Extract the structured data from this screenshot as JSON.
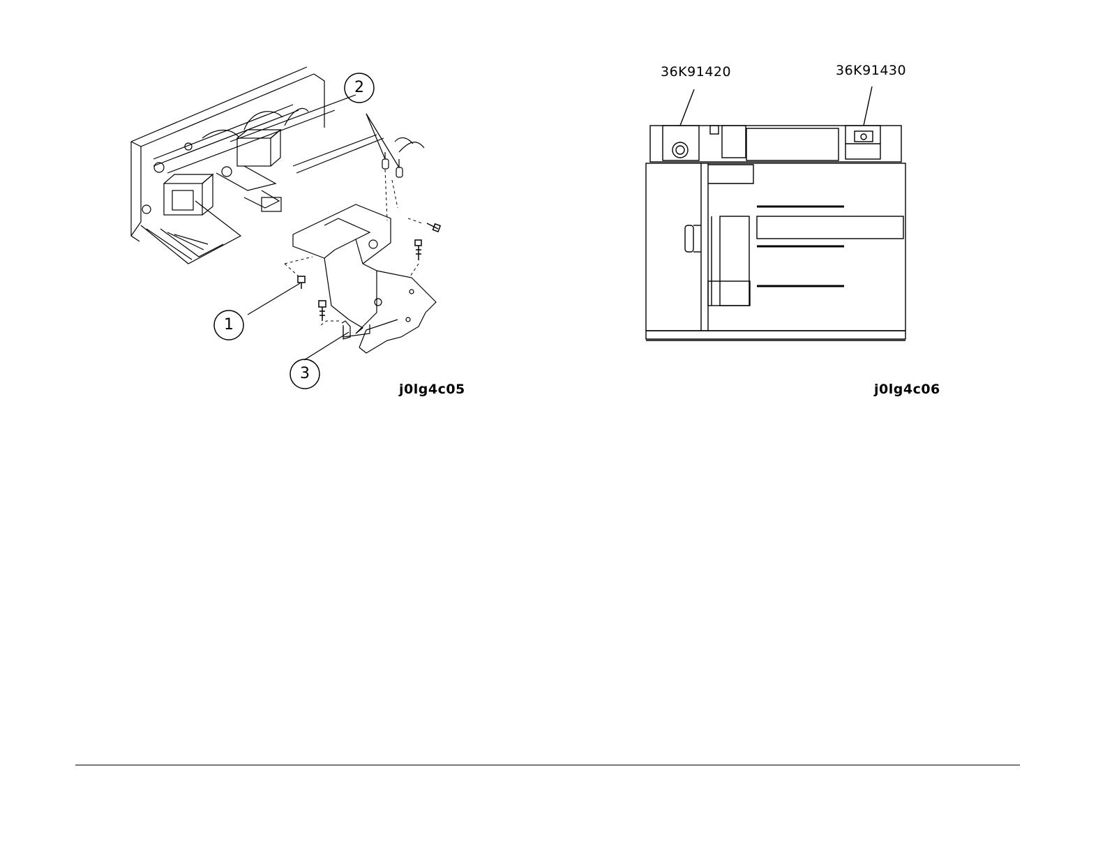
{
  "figures": [
    {
      "id": "j0lg4c05",
      "callouts": [
        "1",
        "2",
        "3"
      ]
    },
    {
      "id": "j0lg4c06",
      "part_labels": [
        "36K91420",
        "36K91430"
      ]
    }
  ],
  "colors": {
    "line": "#000000",
    "background": "#ffffff"
  }
}
